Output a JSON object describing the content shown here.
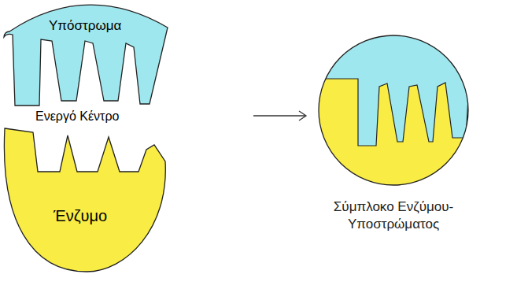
{
  "diagram": {
    "nodes": [
      {
        "text": [
          "Υπόστρωμα"
        ]
      },
      {
        "text": [
          "Ένζυμο"
        ]
      },
      {
        "text": [
          "Σύμπλοκο Ενζύμου-Υποστρώματος"
        ]
      }
    ],
    "labels": [
      "Ενεργό Κέντρο"
    ]
  }
}
